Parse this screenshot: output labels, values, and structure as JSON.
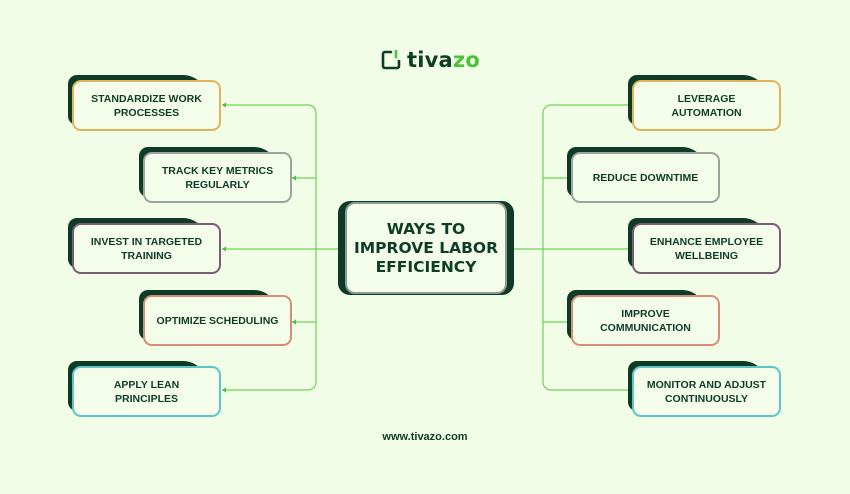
{
  "brand": {
    "name_prefix": "tiva",
    "name_accent": "zo",
    "logo_icon": "tivazo-bracket-icon",
    "accent_color": "#4cc23b",
    "dark_color": "#0e3d26"
  },
  "center": {
    "title_line1": "WAYS TO",
    "title_line2": "IMPROVE LABOR",
    "title_line3": "EFFICIENCY"
  },
  "left_nodes": [
    {
      "label": "STANDARDIZE WORK PROCESSES",
      "border": "#e0b45a"
    },
    {
      "label": "TRACK KEY METRICS REGULARLY",
      "border": "#9ea3a0"
    },
    {
      "label": "INVEST IN TARGETED TRAINING",
      "border": "#7d5a78"
    },
    {
      "label": "OPTIMIZE SCHEDULING",
      "border": "#d98c7a"
    },
    {
      "label": "APPLY LEAN PRINCIPLES",
      "border": "#5ec6c6"
    }
  ],
  "right_nodes": [
    {
      "label": "LEVERAGE AUTOMATION",
      "border": "#e0b45a"
    },
    {
      "label": "REDUCE DOWNTIME",
      "border": "#9ea3a0"
    },
    {
      "label": "ENHANCE EMPLOYEE WELLBEING",
      "border": "#7d5a78"
    },
    {
      "label": "IMPROVE COMMUNICATION",
      "border": "#d98c7a"
    },
    {
      "label": "MONITOR AND ADJUST CONTINUOUSLY",
      "border": "#5ec6c6"
    }
  ],
  "footer": {
    "url": "www.tivazo.com"
  },
  "connector_color": "#6fd25a"
}
